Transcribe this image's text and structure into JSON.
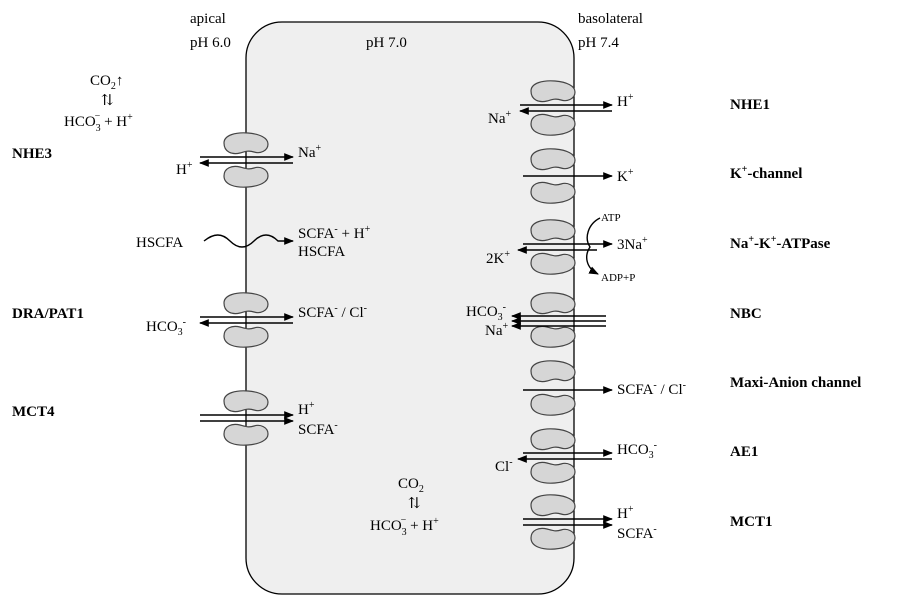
{
  "regions": {
    "apical": "apical",
    "apical_ph": "pH 6.0",
    "cell_ph": "pH 7.0",
    "basolateral": "basolateral",
    "basolateral_ph": "pH 7.4"
  },
  "luminal_equilibrium": {
    "co2": "CO",
    "co2_sub": "2",
    "arrow_up": "↑",
    "eq": "⇅",
    "hco3": "HCO",
    "hco3_sub": "3",
    "hco3_sup": "−",
    "plus_h": " + H",
    "h_sup": "+"
  },
  "cell_equilibrium": {
    "co2": "CO",
    "co2_sub": "2",
    "eq": "⇅",
    "hco3": "HCO",
    "hco3_sub": "3",
    "hco3_sup": "−",
    "plus_h": " + H",
    "h_sup": "+"
  },
  "apical_transporters": [
    {
      "name": "NHE3"
    },
    {
      "name": "DRA/PAT1"
    },
    {
      "name": "MCT4"
    }
  ],
  "basolateral_transporters": [
    {
      "name": "NHE1"
    },
    {
      "name": "K",
      "sup": "+",
      "rest": "-channel"
    },
    {
      "name": "Na",
      "sup": "+",
      "mid": "-K",
      "sup2": "+",
      "rest": "-ATPase"
    },
    {
      "name": "NBC"
    },
    {
      "name": "Maxi-Anion channel"
    },
    {
      "name": "AE1"
    },
    {
      "name": "MCT1"
    }
  ],
  "apical_ions": {
    "nhe3_na": "Na",
    "nhe3_na_sup": "+",
    "nhe3_h": "H",
    "nhe3_h_sup": "+",
    "hscfa_out": "HSCFA",
    "scfa_h_a": "SCFA",
    "scfa_h_a_sup": "-",
    "scfa_h_b": " + H",
    "scfa_h_b_sup": "+",
    "hscfa_in": "HSCFA",
    "dra_hco3": "HCO",
    "dra_hco3_sub": "3",
    "dra_hco3_sup": "-",
    "dra_scfa": "SCFA",
    "dra_scfa_sup": "-",
    "dra_cl": " / Cl",
    "dra_cl_sup": "-",
    "mct4_h": "H",
    "mct4_h_sup": "+",
    "mct4_scfa": "SCFA",
    "mct4_scfa_sup": "-"
  },
  "basolateral_ions": {
    "nhe1_na": "Na",
    "nhe1_na_sup": "+",
    "nhe1_h": "H",
    "nhe1_h_sup": "+",
    "k_out": "K",
    "k_out_sup": "+",
    "atp": "ATP",
    "adp": "ADP+P",
    "na3": "3Na",
    "na3_sup": "+",
    "k2": "2K",
    "k2_sup": "+",
    "nbc_hco3": "HCO",
    "nbc_hco3_sub": "3",
    "nbc_hco3_sup": "-",
    "nbc_na": "Na",
    "nbc_na_sup": "+",
    "maxi_scfa": "SCFA",
    "maxi_scfa_sup": "-",
    "maxi_cl": " / Cl",
    "maxi_cl_sup": "-",
    "ae1_hco3": "HCO",
    "ae1_hco3_sub": "3",
    "ae1_hco3_sup": "-",
    "ae1_cl": "Cl",
    "ae1_cl_sup": "-",
    "mct1_h": "H",
    "mct1_h_sup": "+",
    "mct1_scfa": "SCFA",
    "mct1_scfa_sup": "-"
  }
}
